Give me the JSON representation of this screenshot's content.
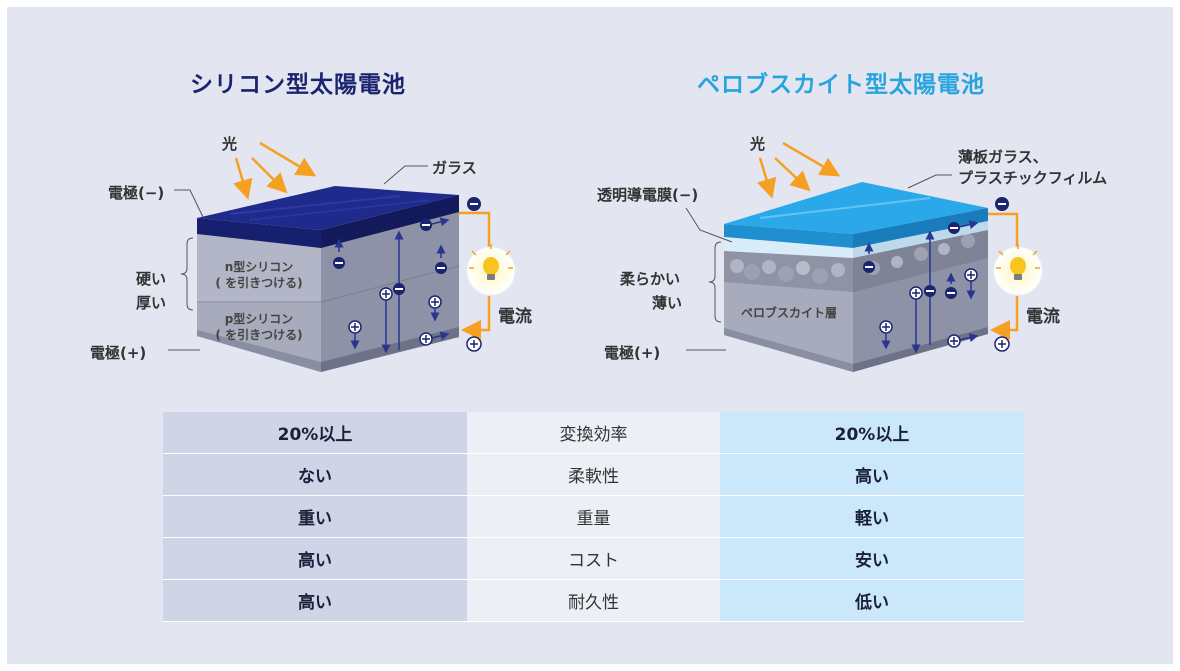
{
  "titles": {
    "silicon": "シリコン型太陽電池",
    "perovskite": "ペロブスカイト型太陽電池"
  },
  "silicon": {
    "light": "光",
    "glass": "ガラス",
    "electrode_minus": "電極(−)",
    "electrode_plus": "電極(+)",
    "hard": "硬い",
    "thick": "厚い",
    "n_layer": "n型シリコン",
    "n_layer_sub": "(  を引きつける)",
    "p_layer": "p型シリコン",
    "p_layer_sub": "(  を引きつける)",
    "current": "電流"
  },
  "perovskite": {
    "light": "光",
    "glass_line1": "薄板ガラス、",
    "glass_line2": "プラスチックフィルム",
    "electrode_minus": "透明導電膜(−)",
    "electrode_plus": "電極(+)",
    "soft": "柔らかい",
    "thin": "薄い",
    "layer": "ペロブスカイト層",
    "current": "電流"
  },
  "comparison": [
    {
      "silicon": "20%以上",
      "item": "変換効率",
      "perovskite": "20%以上"
    },
    {
      "silicon": "ない",
      "item": "柔軟性",
      "perovskite": "高い"
    },
    {
      "silicon": "重い",
      "item": "重量",
      "perovskite": "軽い"
    },
    {
      "silicon": "高い",
      "item": "コスト",
      "perovskite": "安い"
    },
    {
      "silicon": "高い",
      "item": "耐久性",
      "perovskite": "低い"
    }
  ],
  "colors": {
    "navy": "#1b2470",
    "sky": "#27a4dd",
    "orange": "#f5a023",
    "gray_block": "#a7abbb"
  }
}
